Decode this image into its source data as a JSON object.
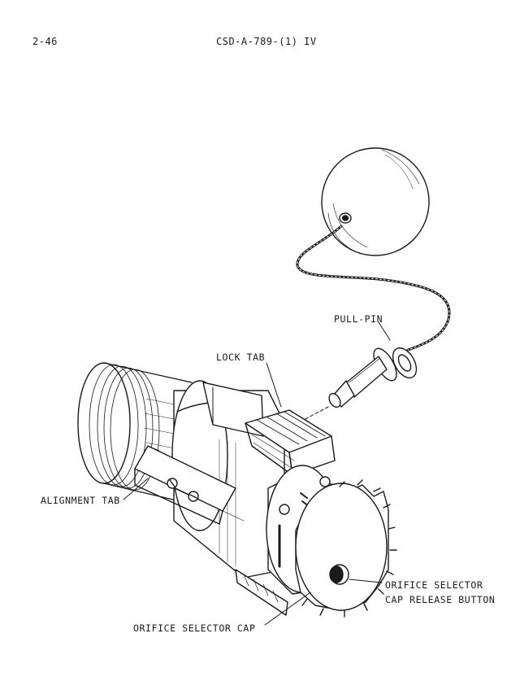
{
  "header": {
    "page_number": "2-46",
    "document_id": "CSD-A-789-(1) IV"
  },
  "figure": {
    "callouts": {
      "pull_pin": "PULL-PIN",
      "lock_tab": "LOCK TAB",
      "alignment_tab": "ALIGNMENT TAB",
      "release_button_line1": "ORIFICE SELECTOR",
      "release_button_line2": "CAP RELEASE BUTTON",
      "selector_cap": "ORIFICE SELECTOR CAP"
    }
  },
  "colors": {
    "ink": "#1a1a1a",
    "paper": "#ffffff"
  }
}
